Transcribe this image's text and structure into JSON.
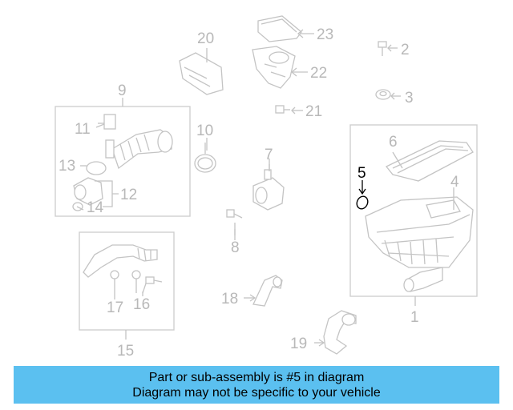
{
  "diagram": {
    "parts": [
      {
        "id": "1",
        "label": "1"
      },
      {
        "id": "2",
        "label": "2"
      },
      {
        "id": "3",
        "label": "3"
      },
      {
        "id": "4",
        "label": "4"
      },
      {
        "id": "5",
        "label": "5",
        "highlighted": true
      },
      {
        "id": "6",
        "label": "6"
      },
      {
        "id": "7",
        "label": "7"
      },
      {
        "id": "8",
        "label": "8"
      },
      {
        "id": "9",
        "label": "9"
      },
      {
        "id": "10",
        "label": "10"
      },
      {
        "id": "11",
        "label": "11"
      },
      {
        "id": "12",
        "label": "12"
      },
      {
        "id": "13",
        "label": "13"
      },
      {
        "id": "14",
        "label": "14"
      },
      {
        "id": "15",
        "label": "15"
      },
      {
        "id": "16",
        "label": "16"
      },
      {
        "id": "17",
        "label": "17"
      },
      {
        "id": "18",
        "label": "18"
      },
      {
        "id": "19",
        "label": "19"
      },
      {
        "id": "20",
        "label": "20"
      },
      {
        "id": "21",
        "label": "21"
      },
      {
        "id": "22",
        "label": "22"
      },
      {
        "id": "23",
        "label": "23"
      }
    ],
    "colors": {
      "highlight": "#000000",
      "parts": "#b8b8b8",
      "banner": "#5bc0f0"
    }
  },
  "banner": {
    "line1": "Part or sub-assembly is #5 in diagram",
    "line2": "Diagram may not be specific to your vehicle"
  }
}
